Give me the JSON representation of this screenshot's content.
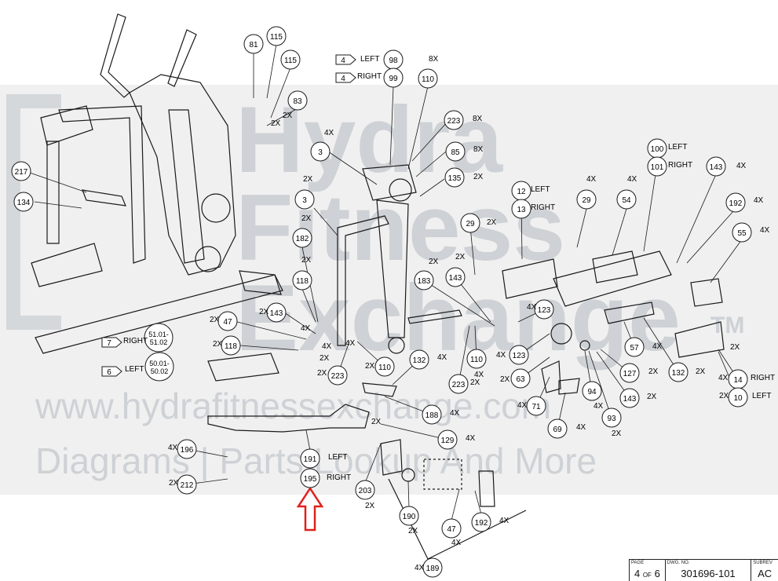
{
  "watermark": {
    "line1": "Hydra",
    "line2": "Fitness",
    "line3": "Exchange",
    "tm": "TM",
    "url": "www.hydrafitnessexchange.com",
    "tagline": "Diagrams | Parts Lookup And More"
  },
  "title_block": {
    "page_caption": "PAGE",
    "page_num": "4",
    "page_of": "OF",
    "page_total": "6",
    "dwg_caption": "DWG. NO.",
    "dwg_no": "301696-101",
    "subrev_caption": "SUBREV",
    "subrev": "AC"
  },
  "colors": {
    "line": "#1a1a1a",
    "arrow": "#e0201c",
    "band": "#dcdcdc"
  },
  "callouts": [
    {
      "num": "81"
    },
    {
      "num": "115"
    },
    {
      "num": "115"
    },
    {
      "num": "83"
    },
    {
      "num": "98"
    },
    {
      "num": "99"
    },
    {
      "num": "110"
    },
    {
      "num": "223"
    },
    {
      "num": "85"
    },
    {
      "num": "135"
    },
    {
      "num": "3"
    },
    {
      "num": "3"
    },
    {
      "num": "182"
    },
    {
      "num": "118"
    },
    {
      "num": "143"
    },
    {
      "num": "217"
    },
    {
      "num": "134"
    },
    {
      "num": "47"
    },
    {
      "num": "118"
    },
    {
      "num": "51.01-\n51.02"
    },
    {
      "num": "50.01-\n50.02"
    },
    {
      "num": "12"
    },
    {
      "num": "13"
    },
    {
      "num": "29"
    },
    {
      "num": "29"
    },
    {
      "num": "54"
    },
    {
      "num": "100"
    },
    {
      "num": "101"
    },
    {
      "num": "143"
    },
    {
      "num": "192"
    },
    {
      "num": "55"
    },
    {
      "num": "183"
    },
    {
      "num": "143"
    },
    {
      "num": "123"
    },
    {
      "num": "123"
    },
    {
      "num": "63"
    },
    {
      "num": "110"
    },
    {
      "num": "223"
    },
    {
      "num": "132"
    },
    {
      "num": "110"
    },
    {
      "num": "223"
    },
    {
      "num": "57"
    },
    {
      "num": "127"
    },
    {
      "num": "143"
    },
    {
      "num": "132"
    },
    {
      "num": "14"
    },
    {
      "num": "10"
    },
    {
      "num": "94"
    },
    {
      "num": "93"
    },
    {
      "num": "71"
    },
    {
      "num": "69"
    },
    {
      "num": "188"
    },
    {
      "num": "129"
    },
    {
      "num": "191"
    },
    {
      "num": "195"
    },
    {
      "num": "196"
    },
    {
      "num": "212"
    },
    {
      "num": "203"
    },
    {
      "num": "190"
    },
    {
      "num": "47"
    },
    {
      "num": "192"
    },
    {
      "num": "189"
    }
  ],
  "labels": [
    "8X",
    "4X",
    "2X",
    "2X",
    "8X",
    "8X",
    "2X",
    "2X",
    "2X",
    "2X",
    "2X",
    "2X",
    "2X",
    "2X",
    "2X",
    "4X",
    "4X",
    "4X",
    "4X",
    "2X",
    "2X",
    "4X",
    "4X",
    "4X",
    "4X",
    "4X",
    "4X",
    "2X",
    "2X",
    "2X",
    "4X",
    "2X",
    "2X",
    "4X",
    "2X",
    "4X",
    "4X",
    "4X",
    "4X",
    "4X",
    "2X",
    "2X",
    "2X",
    "4X",
    "4X",
    "4X",
    "4X",
    "2X",
    "4X",
    "4X",
    "2X",
    "2X",
    "2X",
    "2X"
  ],
  "side_labels": [
    {
      "text": "LEFT"
    },
    {
      "text": "RIGHT"
    },
    {
      "text": "LEFT"
    },
    {
      "text": "RIGHT"
    },
    {
      "text": "LEFT"
    },
    {
      "text": "RIGHT"
    },
    {
      "text": "RIGHT"
    },
    {
      "text": "LEFT"
    },
    {
      "text": "RIGHT"
    },
    {
      "text": "LEFT"
    },
    {
      "text": "LEFT"
    },
    {
      "text": "RIGHT"
    }
  ],
  "ref_boxes": [
    {
      "num": "4"
    },
    {
      "num": "4"
    },
    {
      "num": "7"
    },
    {
      "num": "6"
    }
  ]
}
